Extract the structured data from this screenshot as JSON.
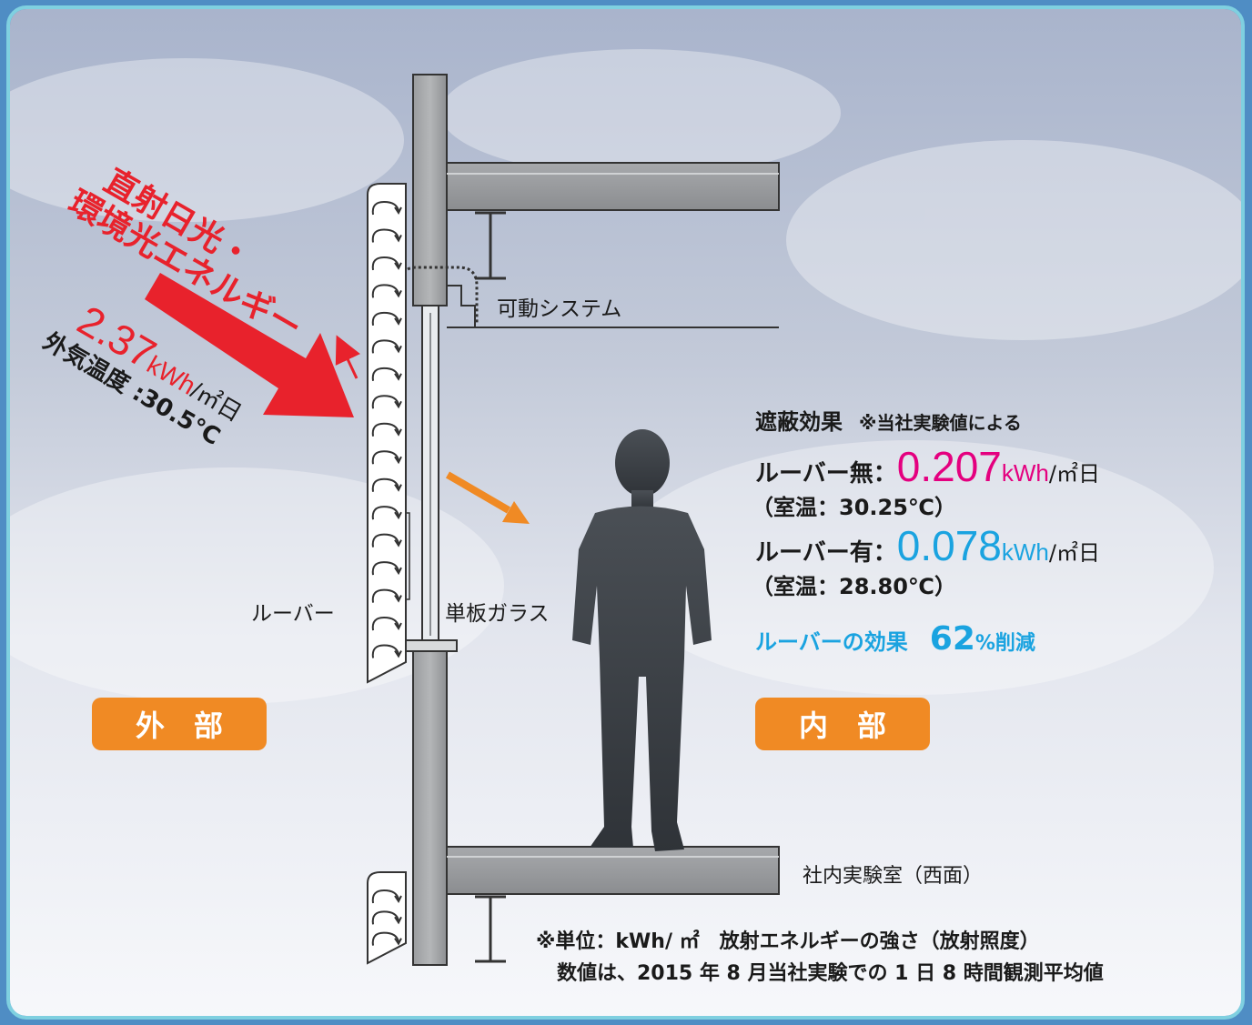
{
  "sunlight": {
    "line1": "直射日光・",
    "line2": "環境光エネルギー",
    "value_number": "2.37",
    "value_unit": "kWh",
    "value_suffix": "/㎡日",
    "outside_temp": "外気温度 :30.5℃"
  },
  "labels": {
    "movable_system": "可動システム",
    "louver": "ルーバー",
    "single_glass": "単板ガラス",
    "room": "社内実験室（西面）"
  },
  "badges": {
    "exterior": "外　部",
    "interior": "内　部"
  },
  "results": {
    "heading": "遮蔽効果",
    "heading_note": "※当社実験値による",
    "without_label": "ルーバー無：",
    "without_value": "0.207",
    "without_unit": "kWh",
    "without_suffix": "/㎡日",
    "without_temp": "（室温：30.25℃）",
    "with_label": "ルーバー有：",
    "with_value": "0.078",
    "with_unit": "kWh",
    "with_suffix": "/㎡日",
    "with_temp": "（室温：28.80℃）",
    "effect_label": "ルーバーの効果",
    "effect_value": "62",
    "effect_suffix": "%削減"
  },
  "notes": {
    "line1": "※単位：kWh/ ㎡　放射エネルギーの強さ（放射照度）",
    "line2": "数値は、2015 年 8 月当社実験での 1 日 8 時間観測平均値"
  },
  "colors": {
    "red": "#e8222c",
    "magenta": "#e4007f",
    "cyan": "#1aa3e0",
    "orange": "#f08a24",
    "frame": "#7fd0e0"
  }
}
